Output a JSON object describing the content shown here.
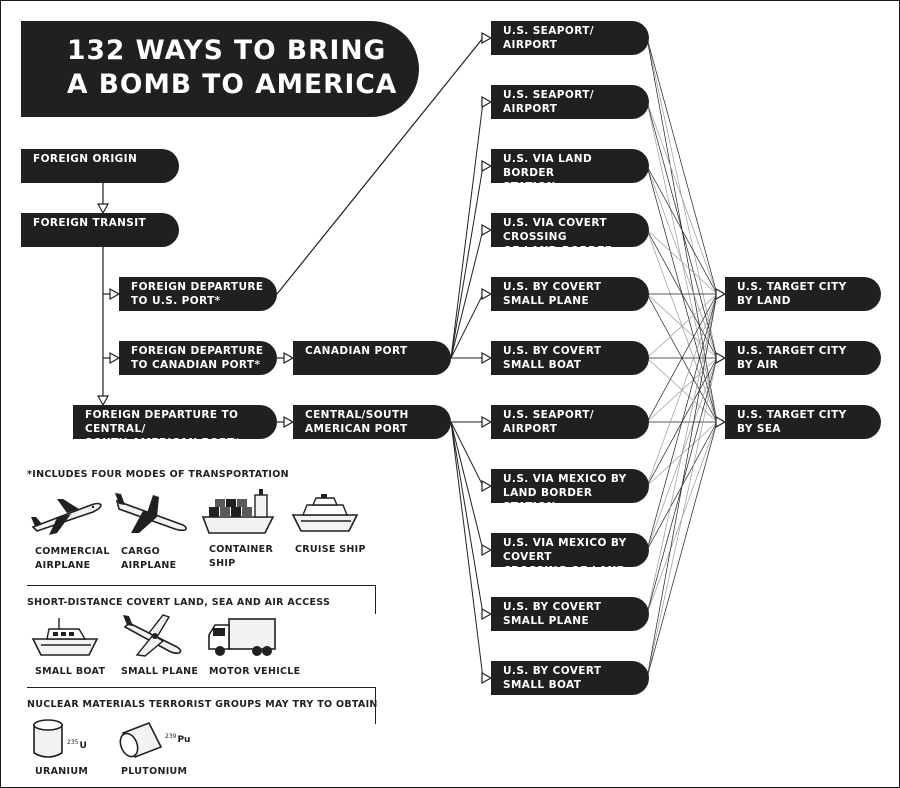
{
  "title": {
    "line1": "132 WAYS TO BRING",
    "line2": "A BOMB TO AMERICA"
  },
  "nodes": {
    "foreign_origin": {
      "line1": "FOREIGN ORIGIN"
    },
    "foreign_transit": {
      "line1": "FOREIGN TRANSIT"
    },
    "dep_us_port": {
      "line1": "FOREIGN DEPARTURE",
      "line2": "TO U.S. PORT*"
    },
    "dep_canadian_port": {
      "line1": "FOREIGN DEPARTURE",
      "line2": "TO CANADIAN PORT*"
    },
    "dep_central_south": {
      "line1": "FOREIGN DEPARTURE TO CENTRAL/",
      "line2": "SOUTH AMERICAN PORT*"
    },
    "canadian_port": {
      "line1": "CANADIAN PORT"
    },
    "central_south_port": {
      "line1": "CENTRAL/SOUTH",
      "line2": "AMERICAN PORT"
    },
    "us_entry": [
      {
        "line1": "U.S. SEAPORT/",
        "line2": "AIRPORT"
      },
      {
        "line1": "U.S. SEAPORT/",
        "line2": "AIRPORT"
      },
      {
        "line1": "U.S. VIA LAND BORDER",
        "line2": "STATION"
      },
      {
        "line1": "U.S. VIA COVERT CROSSING",
        "line2": "OF LAND BORDER"
      },
      {
        "line1": "U.S. BY COVERT",
        "line2": "SMALL PLANE"
      },
      {
        "line1": "U.S. BY COVERT",
        "line2": "SMALL BOAT"
      },
      {
        "line1": "U.S. SEAPORT/",
        "line2": "AIRPORT"
      },
      {
        "line1": "U.S. VIA MEXICO BY",
        "line2": "LAND BORDER STATION"
      },
      {
        "line1": "U.S. VIA MEXICO BY COVERT",
        "line2": "CROSSING OF LAND BORDER"
      },
      {
        "line1": "U.S. BY COVERT",
        "line2": "SMALL PLANE"
      },
      {
        "line1": "U.S. BY COVERT",
        "line2": "SMALL BOAT"
      }
    ],
    "targets": [
      {
        "line1": "U.S. TARGET CITY",
        "line2": "BY LAND"
      },
      {
        "line1": "U.S. TARGET CITY",
        "line2": "BY AIR"
      },
      {
        "line1": "U.S. TARGET CITY",
        "line2": "BY SEA"
      }
    ]
  },
  "legend": {
    "transport_heading": "*INCLUDES FOUR MODES OF TRANSPORTATION",
    "transport_items": [
      {
        "line1": "COMMERCIAL",
        "line2": "AIRPLANE",
        "icon": "commercial-airplane-icon"
      },
      {
        "line1": "CARGO",
        "line2": "AIRPLANE",
        "icon": "cargo-airplane-icon"
      },
      {
        "line1": "CONTAINER",
        "line2": "SHIP",
        "icon": "container-ship-icon"
      },
      {
        "line1": "CRUISE SHIP",
        "icon": "cruise-ship-icon"
      }
    ],
    "covert_heading": "SHORT-DISTANCE COVERT LAND, SEA AND AIR ACCESS",
    "covert_items": [
      {
        "line1": "SMALL BOAT",
        "icon": "small-boat-icon"
      },
      {
        "line1": "SMALL PLANE",
        "icon": "small-plane-icon"
      },
      {
        "line1": "MOTOR VEHICLE",
        "icon": "motor-vehicle-icon"
      }
    ],
    "nuclear_heading": "NUCLEAR MATERIALS TERRORIST GROUPS MAY TRY TO OBTAIN",
    "nuclear_items": [
      {
        "line1": "URANIUM",
        "isotope_mass": "235",
        "isotope_symbol": "U",
        "icon": "uranium-cylinder-icon"
      },
      {
        "line1": "PLUTONIUM",
        "isotope_mass": "239",
        "isotope_symbol": "Pu",
        "icon": "plutonium-cylinder-icon"
      }
    ]
  },
  "colors": {
    "node_fill": "#221f1f",
    "node_text": "#ffffff",
    "line": "#221f1f",
    "line_light": "#9a9a9a",
    "background": "#ffffff"
  }
}
